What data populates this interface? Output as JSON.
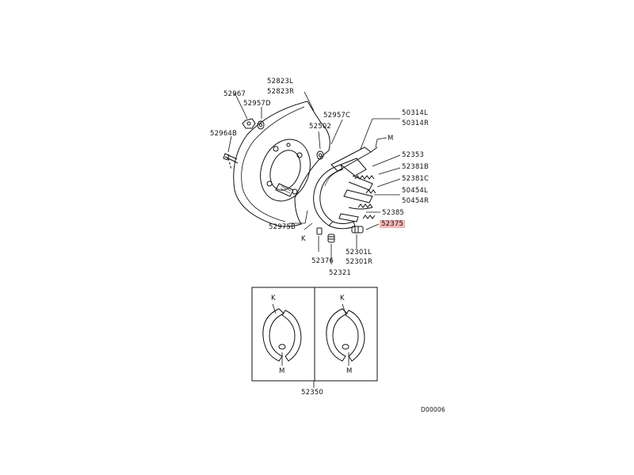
{
  "labels": {
    "p52823L": "52823L",
    "p52823R": "52823R",
    "p52967": "52967",
    "p52957D": "52957D",
    "p52964B": "52964B",
    "p52502": "52502",
    "p52957C": "52957C",
    "p50314L": "50314L",
    "p50314R": "50314R",
    "pM_top": "M",
    "p52353": "52353",
    "p52381B": "52381B",
    "p52381C": "52381C",
    "p50454L": "50454L",
    "p50454R": "50454R",
    "p52385": "52385",
    "p52375": "52375",
    "p52975B": "52975B",
    "pK_mid": "K",
    "p52376": "52376",
    "p52301L": "52301L",
    "p52301R": "52301R",
    "p52321": "52321",
    "pK_left": "K",
    "pM_left": "M",
    "pK_right": "K",
    "pM_right": "M",
    "p52350": "52350",
    "diagram_code": "D00006"
  },
  "highlight_color": "#f6b6b6"
}
